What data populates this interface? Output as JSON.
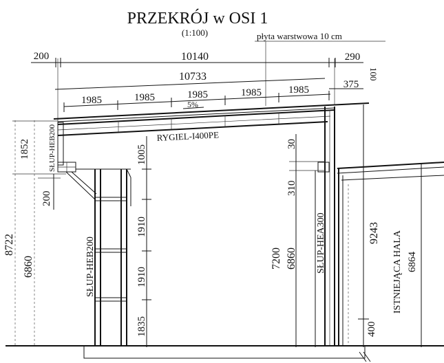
{
  "title": "PRZEKRÓJ w OSI 1",
  "scale": "(1:100)",
  "annotations": {
    "roof_panel": "płyta warstwowa 10 cm",
    "girder": "RYGIEL-I400PE",
    "column_left_top": "SŁUP-HEB200",
    "column_left": "SŁUP-HEB200",
    "column_right": "SŁUP-HEA300",
    "existing_hall": "ISTNIEJĄCA HALA",
    "slope": "5%"
  },
  "dimensions": {
    "top_left": "200",
    "top_span": "10140",
    "top_right": "290",
    "sloped_span": "10733",
    "sloped_right": "375",
    "roof_thickness": "100",
    "bays": [
      "1985",
      "1985",
      "1985",
      "1985",
      "1985"
    ],
    "left_height_top": "1852",
    "left_offset": "200",
    "left_total": "8722",
    "left_lower": "6860",
    "inner_top": "1005",
    "inner_mid1": "1910",
    "inner_mid2": "1910",
    "inner_bottom": "1835",
    "right_small": "30",
    "right_mid": "310",
    "right_total": "7200",
    "right_lower": "6860",
    "far_right_total": "9243",
    "hall_height": "6864",
    "foot": "400"
  }
}
